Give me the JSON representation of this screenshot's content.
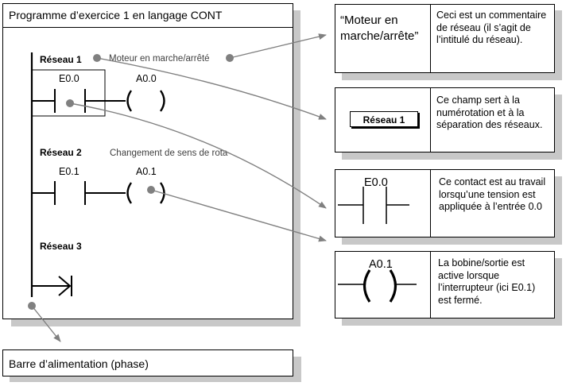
{
  "program_window": {
    "title": "Programme d’exercice 1 en langage CONT"
  },
  "networks": [
    {
      "label": "Réseau 1",
      "comment": "Moteur en marche/arrêté",
      "contact": "E0.0",
      "coil": "A0.0"
    },
    {
      "label": "Réseau 2",
      "comment": "Changement de sens de rota",
      "contact": "E0.1",
      "coil": "A0.1"
    },
    {
      "label": "Réseau 3"
    }
  ],
  "power_rail_caption": "Barre d’alimentation (phase)",
  "annotations": [
    {
      "left_text": "“Moteur en marche/arrête”",
      "right_text": "Ceci est un commentaire de réseau (il s’agit de l’intitulé du réseau)."
    },
    {
      "left_text": "Réseau 1",
      "right_text": "Ce champ sert à la numérotation et à la séparation des réseaux."
    },
    {
      "left_text": "E0.0",
      "right_text": "Ce contact est au travail lorsqu’une tension est appliquée à l’entrée 0.0"
    },
    {
      "left_text": "A0.1",
      "right_text": "La bobine/sortie est active lorsque l’interrupteur (ici E0.1) est fermé."
    }
  ],
  "colors": {
    "line": "#000000",
    "pointer": "#808080",
    "shadow": "#c8c8c8"
  }
}
